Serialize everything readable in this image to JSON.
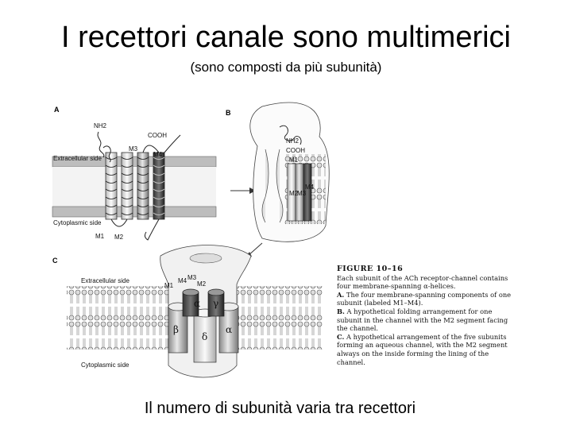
{
  "title": "I recettori canale sono multimerici",
  "subtitle": "(sono composti da più subunità)",
  "figure": {
    "panels": {
      "a": "A",
      "b": "B",
      "c": "C"
    },
    "panel_a": {
      "extracellular": "Extracellular side",
      "cytoplasmic": "Cytoplasmic side",
      "nh2": "NH2",
      "cooh": "COOH",
      "m1": "M1",
      "m2": "M2",
      "m3": "M3",
      "m4": "M4"
    },
    "panel_b": {
      "nh2": "NH2",
      "cooh": "COOH",
      "m1": "M1",
      "m2": "M2",
      "m3": "M3",
      "m4": "M4"
    },
    "panel_c": {
      "extracellular": "Extracellular side",
      "cytoplasmic": "Cytoplasmic side",
      "m1": "M1",
      "m2": "M2",
      "m3": "M3",
      "m4": "M4",
      "subunit_alpha1": "α",
      "subunit_alpha2": "α",
      "subunit_beta": "β",
      "subunit_gamma": "γ",
      "subunit_delta": "δ"
    },
    "caption": {
      "figure_label": "FIGURE",
      "figure_number": "10–16",
      "intro": "Each subunit of the ACh receptor-channel contains four membrane-spanning α-helices.",
      "a_label": "A.",
      "a_text": "The four membrane-spanning components of one subunit (labeled M1–M4).",
      "b_label": "B.",
      "b_text": "A hypothetical folding arrangement for one subunit in the channel with the M2 segment facing the channel.",
      "c_label": "C.",
      "c_text": "A hypothetical arrangement of the five subunits forming an aqueous channel, with the M2 segment always on the inside forming the lining of the channel."
    }
  },
  "footer": "Il numero di subunità varia tra recettori"
}
